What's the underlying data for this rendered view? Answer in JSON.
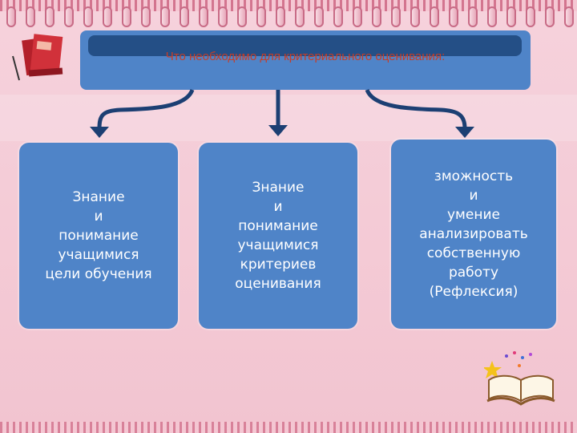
{
  "header": {
    "title": "Что необходимо для критериального оценивания:"
  },
  "cards": [
    {
      "text": "Знание\nи\nпонимание\nучащимися\nцели обучения"
    },
    {
      "text": "Знание\nи\nпонимание\nучащимися\nкритериев\nоценивания"
    },
    {
      "text": "зможность\nи\nумение\nанализировать\nсобственную\nработу\n(Рефлексия)"
    }
  ],
  "colors": {
    "box": "#4f84c8",
    "header_inner": "#244f86",
    "arrow": "#1c3f73",
    "header_text": "#c63d27",
    "background": "#f2c4d0"
  },
  "icons": {
    "notebook": "red-notebook-icon",
    "book": "open-book-icon"
  }
}
